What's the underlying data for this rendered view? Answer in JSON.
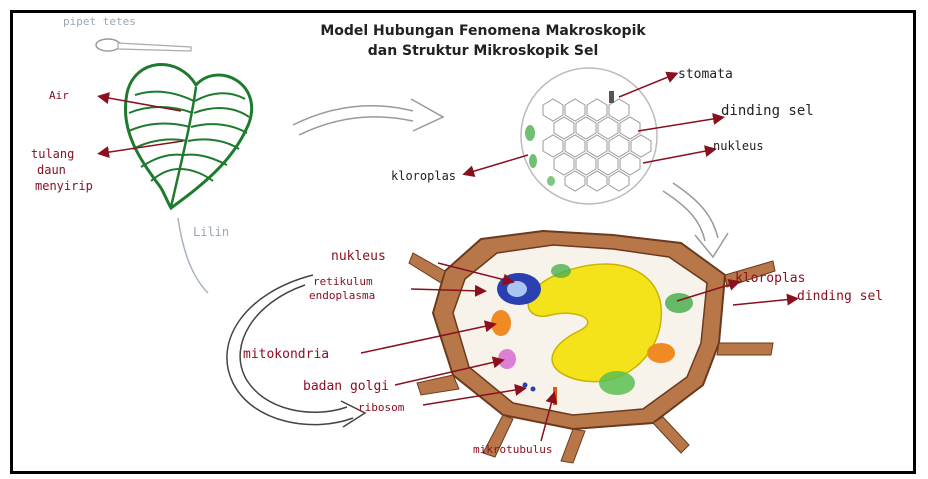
{
  "title": {
    "line1": "Model Hubungan Fenomena Makroskopik",
    "line2": "dan Struktur Mikroskopik Sel"
  },
  "labels": {
    "pipet_tetes": "pipet tetes",
    "air": "Air",
    "tulang_daun_1": "tulang",
    "tulang_daun_2": "daun",
    "tulang_daun_3": "menyirip",
    "lilin": "Lilin",
    "stomata": "stomata",
    "dinding_sel_top": "dinding sel",
    "nukleus_top": "nukleus",
    "kloroplas_left": "kloroplas",
    "nukleus_cell": "nukleus",
    "retikulum_1": "retikulum",
    "retikulum_2": "endoplasma",
    "mitokondria": "mitokondria",
    "badan_golgi": "badan golgi",
    "ribosom": "ribosom",
    "mikrotubulus": "mikrotubulus",
    "kloroplas_right": "kloroplas",
    "dinding_sel_right": "dinding sel"
  },
  "colors": {
    "label_red": "#8a1020",
    "leaf_green": "#1f7a2e",
    "cell_wall_brown": "#a0643a",
    "vacuole_yellow": "#f4e21a",
    "nucleus_blue": "#2a3fb0",
    "chloroplast_green": "#4caf50",
    "mitochondria_orange": "#f08a24",
    "golgi_pink": "#d86bd0"
  }
}
